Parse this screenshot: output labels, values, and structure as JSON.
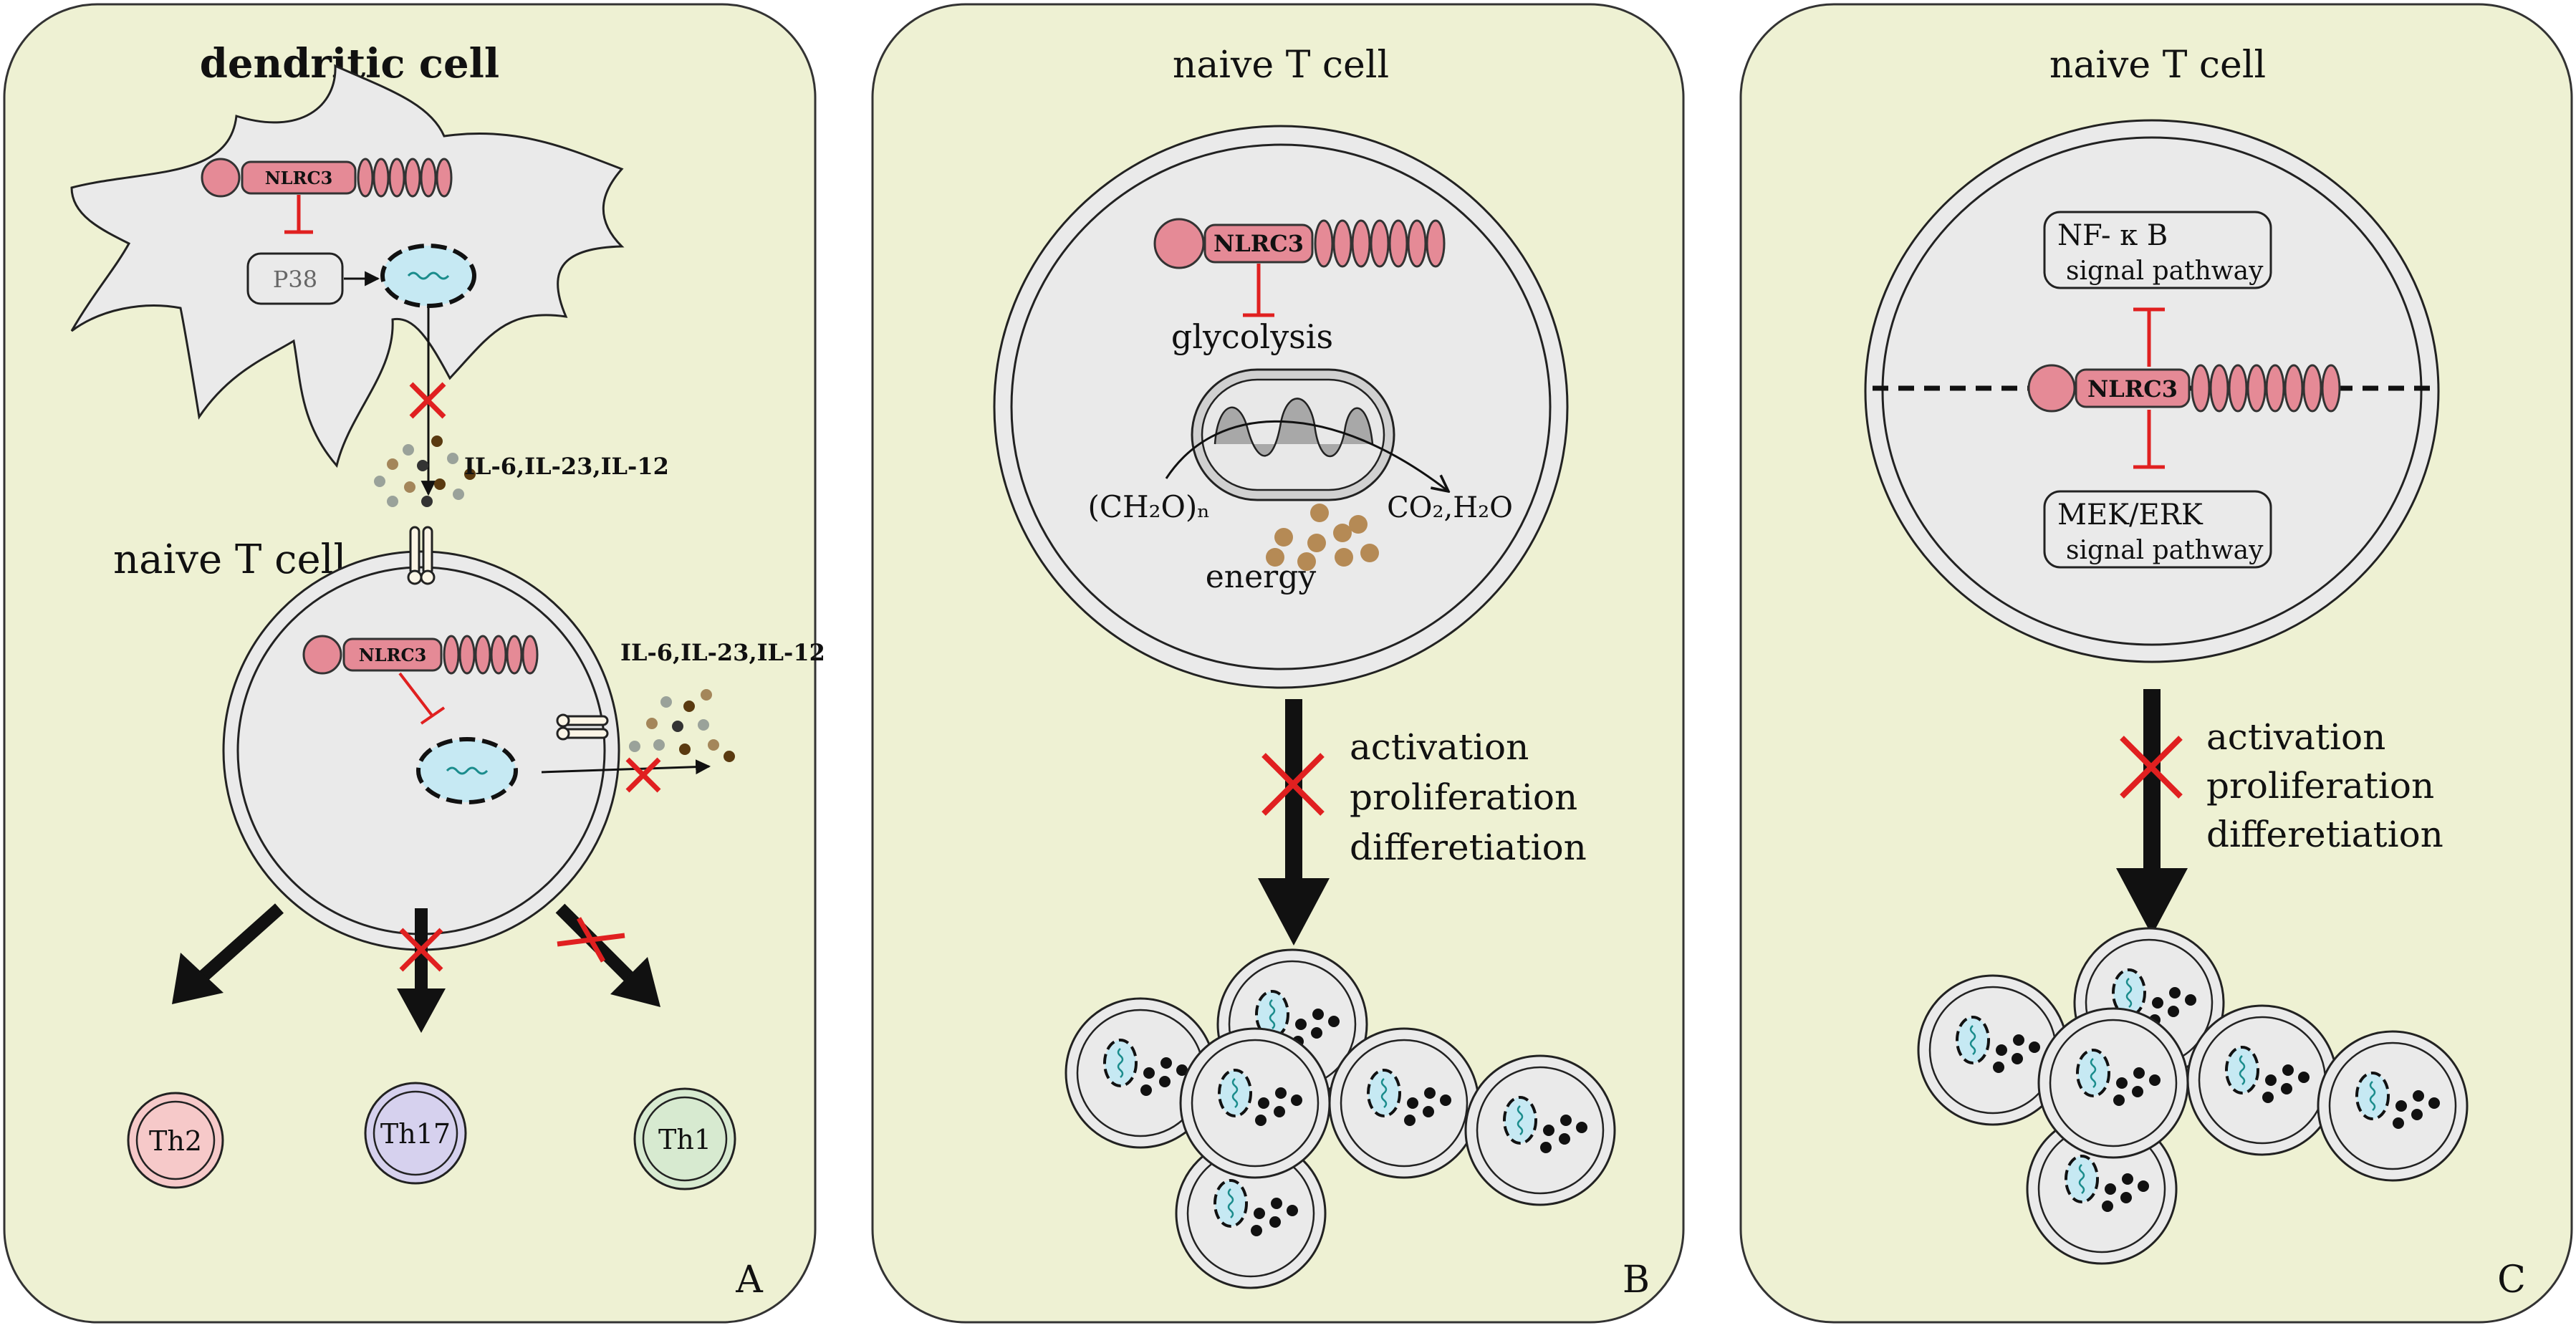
{
  "panels": {
    "a": {
      "letter": "A",
      "dc_title": "dendritic cell",
      "dc_nlrc3": "NLRC3",
      "dc_p38": "P38",
      "cytokines_1": "IL-6,IL-23,IL-12",
      "tcell_title": "naive T cell",
      "t_nlrc3": "NLRC3",
      "cytokines_2": "IL-6,IL-23,IL-12",
      "th2": "Th2",
      "th17": "Th17",
      "th1": "Th1"
    },
    "b": {
      "letter": "B",
      "title": "naive T cell",
      "nlrc3": "NLRC3",
      "glycolysis": "glycolysis",
      "substrate": "(CH₂O)ₙ",
      "products": "CO₂,H₂O",
      "energy": "energy",
      "effect_1": "activation",
      "effect_2": "proliferation",
      "effect_3": "differetiation"
    },
    "c": {
      "letter": "C",
      "title": "naive T cell",
      "nlrc3": "NLRC3",
      "nfkb_line1": "NF- κ B",
      "nfkb_line2": "signal pathway",
      "mek_line1": "MEK/ERK",
      "mek_line2": "signal pathway",
      "effect_1": "activation",
      "effect_2": "proliferation",
      "effect_3": "differetiation"
    }
  },
  "colors": {
    "panel_bg": "#eef1d3",
    "cell_fill": "#eaeaea",
    "nlrc3": "#e58a96",
    "nucleus": "#c6e9f3",
    "inhibit": "#e02020",
    "th2": "#f6c9c9",
    "th17": "#d6d1ee",
    "th1": "#d7ead0"
  },
  "icons": {
    "inhibit": "t-bar-inhibition-icon",
    "block": "red-cross-icon"
  }
}
